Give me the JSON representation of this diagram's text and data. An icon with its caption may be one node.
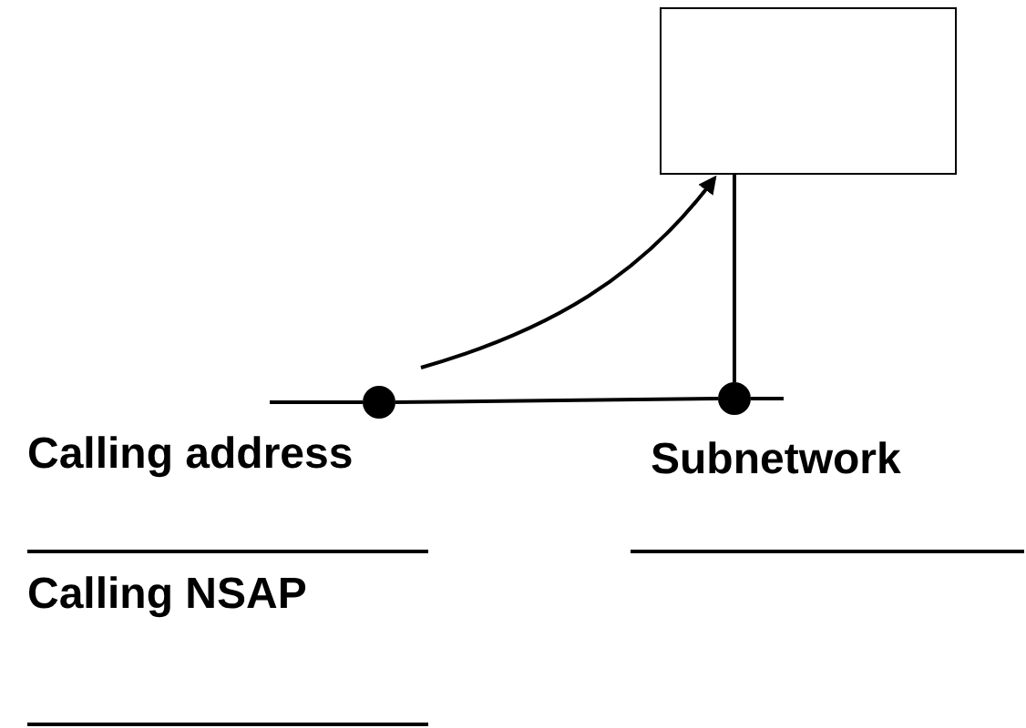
{
  "diagram": {
    "nodes": [
      {
        "text": [],
        "shape": "box"
      },
      {
        "text": [],
        "shape": "circle"
      },
      {
        "text": [],
        "shape": "circle"
      }
    ],
    "edges": [
      {
        "from": 2,
        "to": 0,
        "arrow": "none"
      },
      {
        "from": 1,
        "to": 2,
        "arrow": "none"
      },
      {
        "from": 1,
        "to": 0,
        "arrow": "to"
      }
    ],
    "labels": [
      "Calling address",
      "Subnetwork",
      "Calling NSAP"
    ]
  }
}
